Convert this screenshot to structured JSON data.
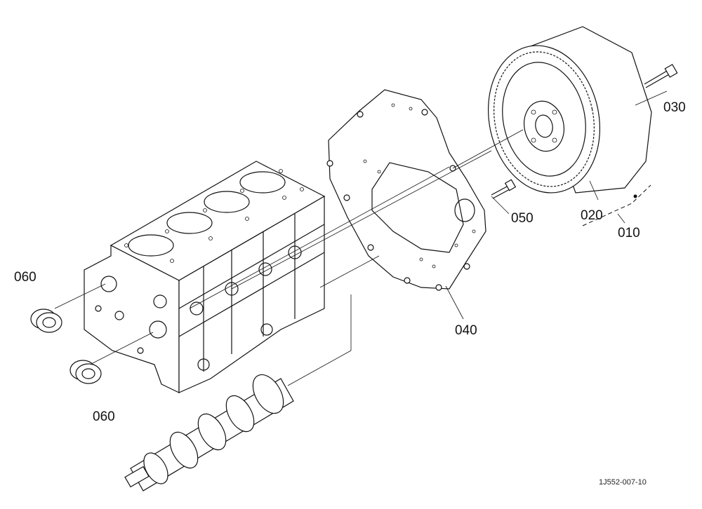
{
  "labels": {
    "p010": "010",
    "p020": "020",
    "p030": "030",
    "p040": "040",
    "p050": "050",
    "p060_a": "060",
    "p060_b": "060"
  },
  "reference_code": "1J552-007-10"
}
